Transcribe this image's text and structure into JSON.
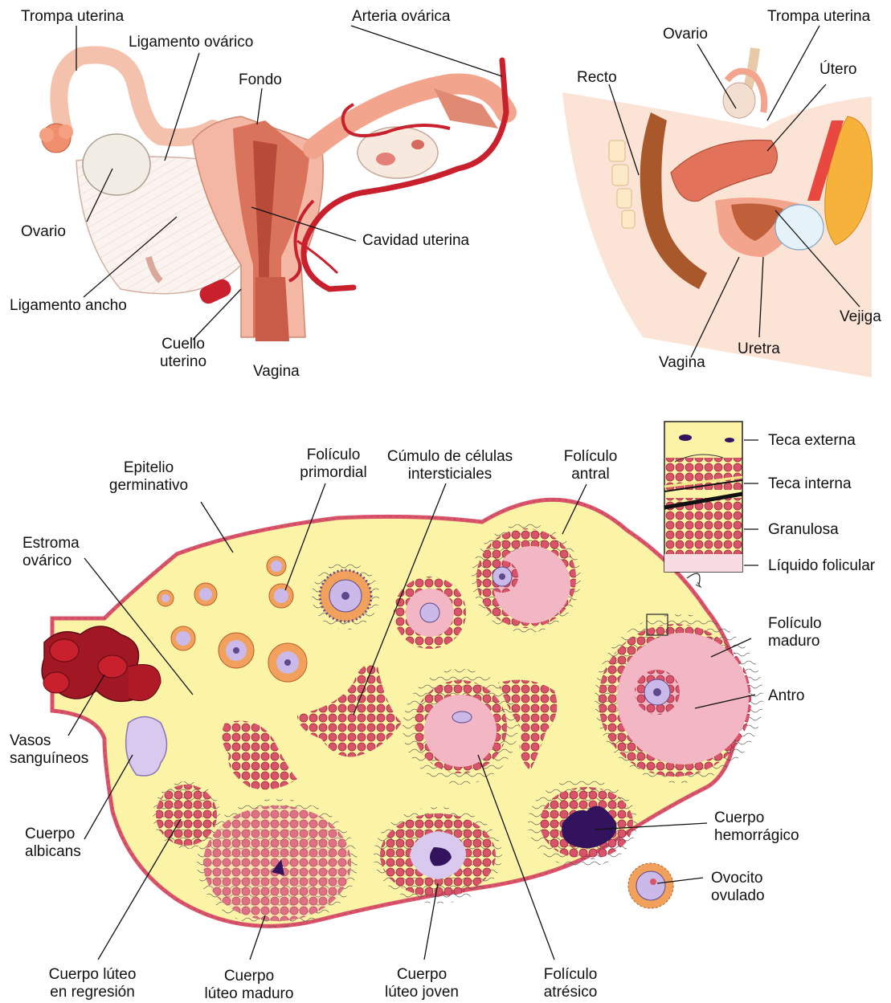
{
  "uterus_panel": {
    "trompa_uterina": "Trompa uterina",
    "ligamento_ovarico": "Ligamento ovárico",
    "arteria_ovarica": "Arteria ovárica",
    "fondo": "Fondo",
    "ovario": "Ovario",
    "cavidad_uterina": "Cavidad uterina",
    "ligamento_ancho": "Ligamento ancho",
    "cuello_1": "Cuello",
    "cuello_2": "uterino",
    "vagina": "Vagina"
  },
  "sagittal_panel": {
    "ovario": "Ovario",
    "trompa_uterina": "Trompa uterina",
    "recto": "Recto",
    "utero": "Útero",
    "vejiga": "Vejiga",
    "vagina": "Vagina",
    "uretra": "Uretra"
  },
  "ovary_panel": {
    "epitelio_1": "Epitelio",
    "epitelio_2": "germinativo",
    "foliculo_primordial_1": "Folículo",
    "foliculo_primordial_2": "primordial",
    "cumulo_1": "Cúmulo de células",
    "cumulo_2": "intersticiales",
    "foliculo_antral_1": "Folículo",
    "foliculo_antral_2": "antral",
    "estroma_1": "Estroma",
    "estroma_2": "ovárico",
    "foliculo_maduro_1": "Folículo",
    "foliculo_maduro_2": "maduro",
    "antro": "Antro",
    "vasos_1": "Vasos",
    "vasos_2": "sanguíneos",
    "cuerpo_albicans_1": "Cuerpo",
    "cuerpo_albicans_2": "albicans",
    "cuerpo_hemorragico_1": "Cuerpo",
    "cuerpo_hemorragico_2": "hemorrágico",
    "ovocito_1": "Ovocito",
    "ovocito_2": "ovulado",
    "cl_regresion_1": "Cuerpo lúteo",
    "cl_regresion_2": "en regresión",
    "cl_maduro_1": "Cuerpo",
    "cl_maduro_2": "lúteo maduro",
    "cl_joven_1": "Cuerpo",
    "cl_joven_2": "lúteo joven",
    "atresico_1": "Folículo",
    "atresico_2": "atrésico"
  },
  "inset_panel": {
    "teca_externa": "Teca externa",
    "teca_interna": "Teca interna",
    "granulosa": "Granulosa",
    "liquido": "Líquido folicular"
  },
  "colors": {
    "stroma": "#fbf3a6",
    "follicle_cells": "#d9536a",
    "antrum": "#f3b6c4",
    "artery": "#c8202c",
    "uterus_wall": "#f2a48d",
    "oocyte": "#d9c9ee",
    "clot": "#33125e"
  }
}
